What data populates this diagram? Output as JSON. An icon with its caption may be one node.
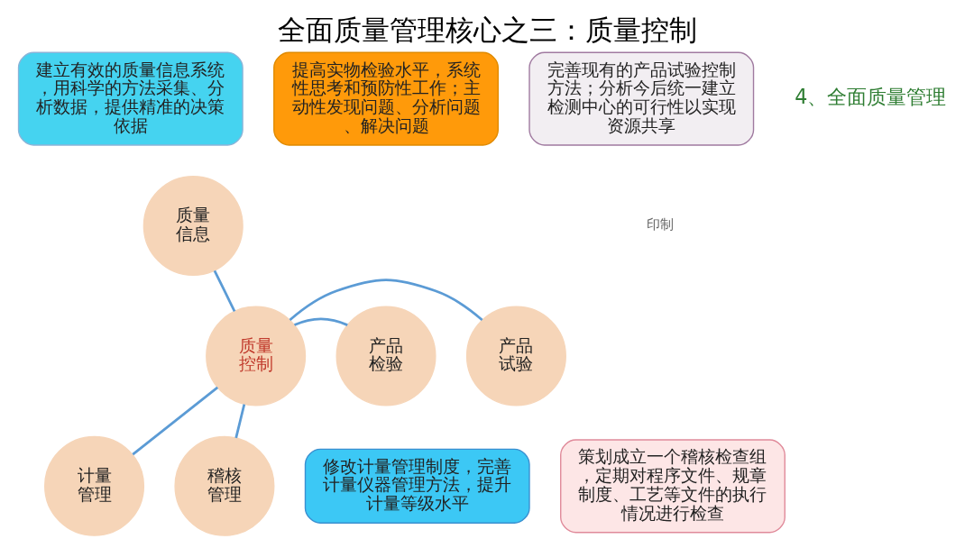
{
  "diagram": {
    "title": "全面质量管理核心之三：质量控制",
    "nodes": [
      {
        "text": [
          "质量控制"
        ]
      },
      {
        "text": [
          "质量信息"
        ]
      },
      {
        "text": [
          "产品检验"
        ]
      },
      {
        "text": [
          "产品试验"
        ]
      },
      {
        "text": [
          "计量管理"
        ]
      },
      {
        "text": [
          "稽核管理"
        ]
      },
      {
        "text": [
          "建立有效的质量信息系统，用科学的方法采集、分析数据，提供精准的决策依据"
        ]
      },
      {
        "text": [
          "提高实物检验水平，系统性思考和预防性工作；主动性发现问题、分析问题、解决问题"
        ]
      },
      {
        "text": [
          "完善现有的产品试验控制方法；分析今后统一建立检测中心的可行性以实现资源共享"
        ]
      },
      {
        "text": [
          "修改计量管理制度，完善计量仪器管理方法，提升计量等级水平"
        ]
      },
      {
        "text": [
          "策划成立一个稽核检查组，定期对程序文件、规章制度、工艺等文件的执行情况进行检查"
        ]
      }
    ],
    "edges": [
      {
        "from": 0,
        "to": 1,
        "arrow": "none"
      },
      {
        "from": 0,
        "to": 2,
        "arrow": "none"
      },
      {
        "from": 0,
        "to": 3,
        "arrow": "none"
      },
      {
        "from": 0,
        "to": 4,
        "arrow": "none"
      },
      {
        "from": 0,
        "to": 5,
        "arrow": "none"
      }
    ],
    "labels": [
      "4、全面质量管理",
      "印制"
    ]
  }
}
